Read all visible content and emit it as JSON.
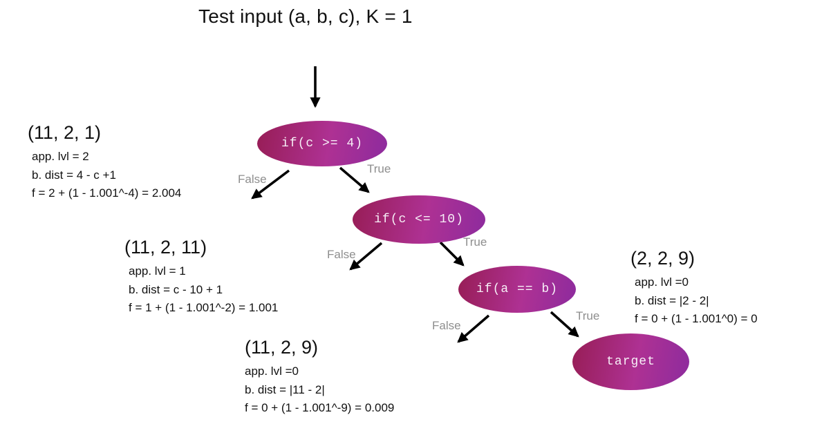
{
  "title": "Test input (a, b, c), K = 1",
  "colors": {
    "background": "#ffffff",
    "text": "#111111",
    "node_grad_start": "#971d55",
    "node_grad_mid": "#ae3193",
    "node_grad_end": "#8d2b9e",
    "node_text": "#f7f0f7",
    "edge_label": "#8e8e8e",
    "arrow": "#000000"
  },
  "nodes": {
    "n1": {
      "label": "if(c >= 4)"
    },
    "n2": {
      "label": "if(c <= 10)"
    },
    "n3": {
      "label": "if(a == b)"
    },
    "target": {
      "label": "target"
    }
  },
  "edge_labels": {
    "n1_false": "False",
    "n1_true": "True",
    "n2_false": "False",
    "n2_true": "True",
    "n3_false": "False",
    "n3_true": "True"
  },
  "annotations": {
    "a1": {
      "tuple": "(11, 2, 1)",
      "lines": [
        "app. lvl = 2",
        "b. dist = 4 - c +1",
        "f = 2 + (1 - 1.001^-4) = 2.004"
      ]
    },
    "a2": {
      "tuple": "(11, 2, 11)",
      "lines": [
        "app. lvl = 1",
        "b. dist = c - 10 + 1",
        "f = 1 + (1 - 1.001^-2) = 1.001"
      ]
    },
    "a3": {
      "tuple": "(2, 2, 9)",
      "lines": [
        "app. lvl =0",
        "b. dist = |2 - 2|",
        "f = 0 + (1 - 1.001^0) = 0"
      ]
    },
    "a4": {
      "tuple": "(11, 2, 9)",
      "lines": [
        "app. lvl =0",
        "b. dist = |11 - 2|",
        "f = 0 + (1 - 1.001^-9) = 0.009"
      ]
    }
  }
}
